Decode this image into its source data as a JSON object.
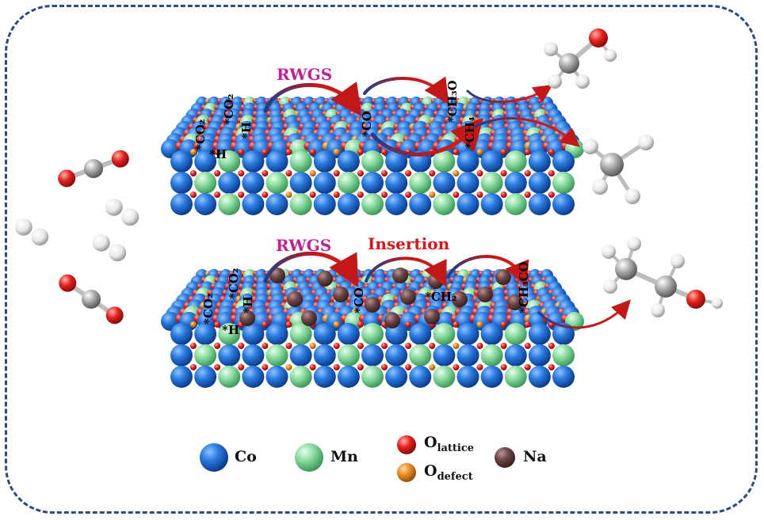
{
  "labels": {
    "top_rwgs": "RWGS",
    "bottom_rwgs": "RWGS",
    "insertion": "Insertion",
    "top_co2_a": "*CO₂",
    "top_co2_b": "*CO₂",
    "top_h_a": "*H",
    "top_h_b": "*H",
    "top_co": "*CO",
    "top_ch3o": "*CH₃O",
    "top_ch4": "*CH₄",
    "bot_co2_a": "*CO₂",
    "bot_co2_b": "*CO₂",
    "bot_h_a": "*H",
    "bot_h_b": "*H",
    "bot_co": "*CO",
    "bot_ch2": "*CH₂",
    "bot_ch3co": "*CH₃CO"
  },
  "legend": {
    "co": "Co",
    "mn": "Mn",
    "o_lattice_main": "O",
    "o_lattice_sub": "lattice",
    "o_defect_main": "O",
    "o_defect_sub": "defect",
    "na": "Na"
  },
  "colors": {
    "co": "#1f6fd6",
    "mn": "#7fd49a",
    "o_lattice": "#e5211e",
    "o_defect": "#e98a1f",
    "na": "#6b4545",
    "arrow": "#c21818",
    "arrow_blue": "#1c3f8c",
    "frame": "#2b4a86"
  }
}
